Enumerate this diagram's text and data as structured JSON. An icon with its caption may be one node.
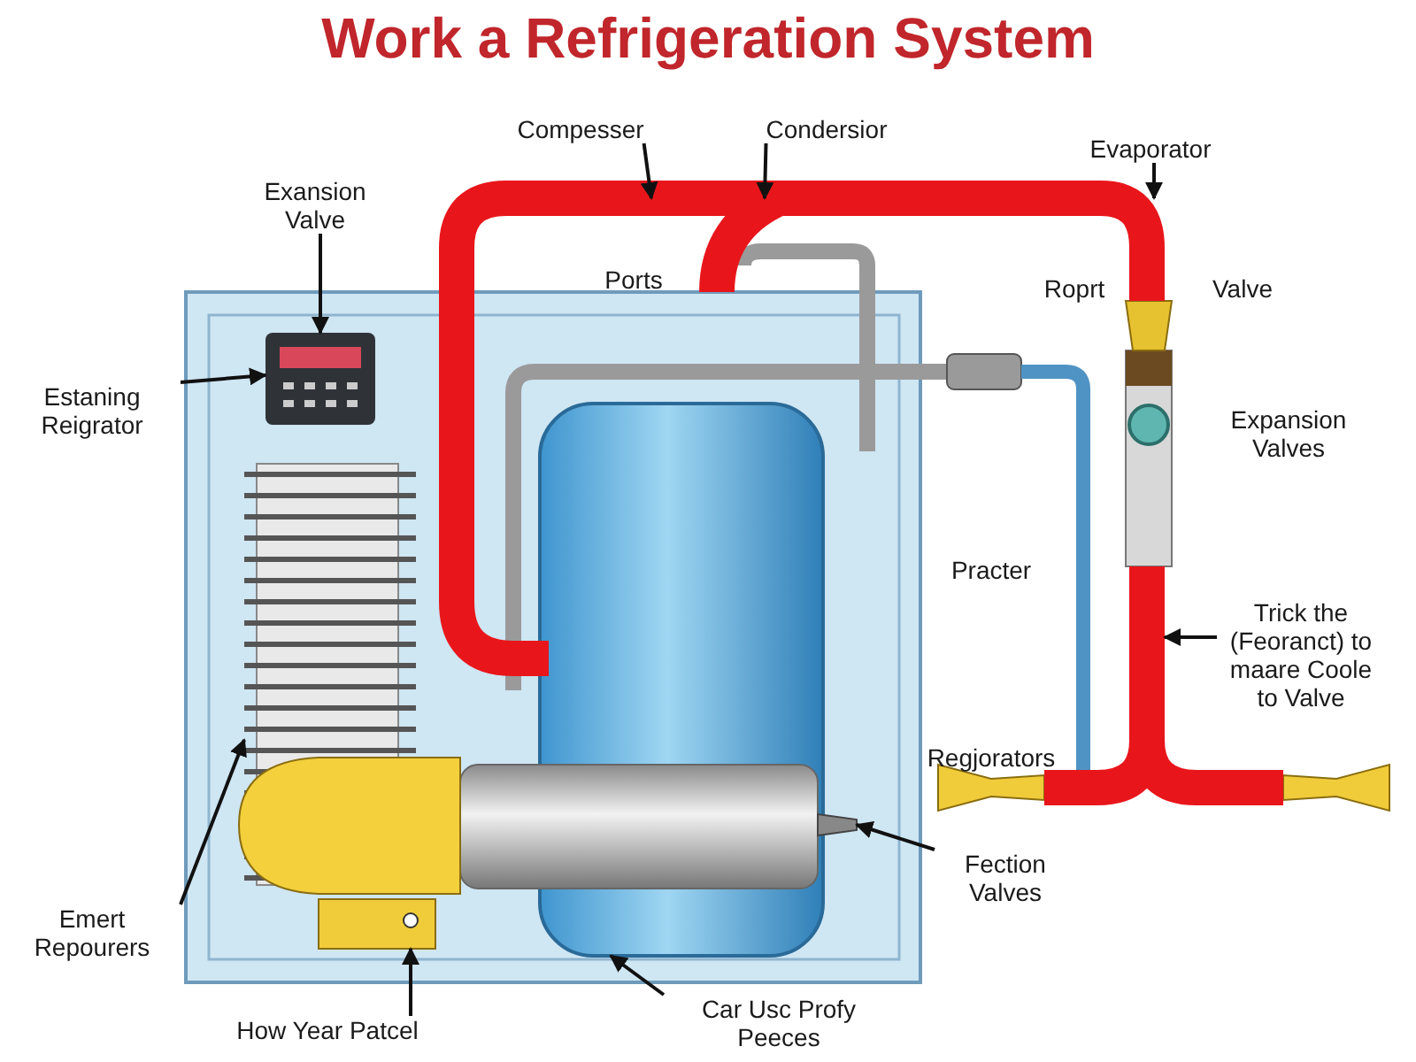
{
  "diagram": {
    "title": "Work a Refrigeration System",
    "nodes": [
      {
        "text": [
          "Compesser"
        ]
      },
      {
        "text": [
          "Condersior"
        ]
      },
      {
        "text": [
          "Evaporator"
        ]
      },
      {
        "text": [
          "Exansion Valve"
        ]
      },
      {
        "text": [
          "Estaning Reigrator"
        ]
      },
      {
        "text": [
          "Trick the (Feoranct) to maare Coole to Valve"
        ]
      },
      {
        "text": [
          "Fection Valves"
        ]
      },
      {
        "text": [
          "Emert Repourers"
        ]
      },
      {
        "text": [
          "How Year Patcel"
        ]
      },
      {
        "text": [
          "Car Usc Profy Peeces"
        ]
      },
      {
        "text": [],
        "shape": "pipe"
      },
      {
        "text": [],
        "shape": "panel"
      },
      {
        "text": [],
        "shape": "nozzle"
      },
      {
        "text": [],
        "shape": "coil"
      },
      {
        "text": [],
        "shape": "base"
      },
      {
        "text": [],
        "shape": "tank"
      }
    ],
    "edges": [
      {
        "from": 0,
        "to": 10,
        "arrow": "to"
      },
      {
        "from": 1,
        "to": 10,
        "arrow": "to"
      },
      {
        "from": 2,
        "to": 10,
        "arrow": "to"
      },
      {
        "from": 3,
        "to": 11,
        "arrow": "to"
      },
      {
        "from": 4,
        "to": 11,
        "arrow": "to"
      },
      {
        "from": 5,
        "to": 10,
        "arrow": "to"
      },
      {
        "from": 6,
        "to": 12,
        "arrow": "to"
      },
      {
        "from": 7,
        "to": 13,
        "arrow": "to"
      },
      {
        "from": 8,
        "to": 14,
        "arrow": "to"
      },
      {
        "from": 9,
        "to": 15,
        "arrow": "to"
      }
    ],
    "labels": [
      "Ports",
      "Roprt",
      "Valve",
      "Expansion Valves",
      "Practer",
      "Regjorators"
    ]
  }
}
